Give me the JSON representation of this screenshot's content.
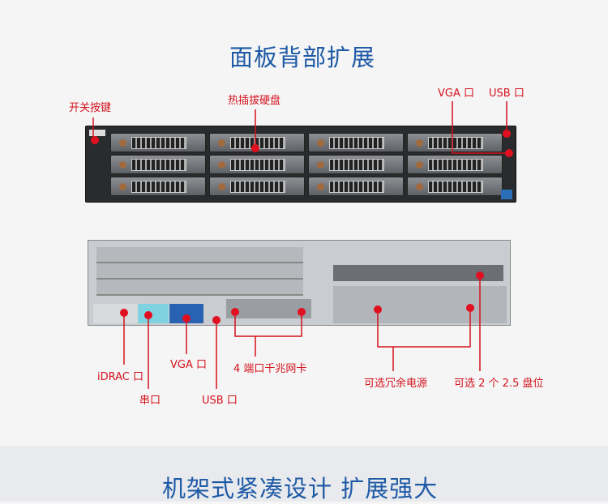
{
  "header": {
    "title": "面板背部扩展"
  },
  "front_labels": {
    "power_button": "开关按键",
    "hot_swap_drives": "热插拔硬盘",
    "vga": "VGA 口",
    "usb": "USB 口"
  },
  "rear_labels": {
    "idrac": "iDRAC 口",
    "serial": "串口",
    "vga": "VGA 口",
    "usb": "USB 口",
    "nic": "4 端口千兆网卡",
    "psu": "可选冗余电源",
    "bays_2_5": "可选 2 个 2.5 盘位"
  },
  "footer": {
    "title": "机架式紧凑设计 扩展强大"
  },
  "colors": {
    "title": "#1f5aa6",
    "callout": "#d4121d"
  }
}
